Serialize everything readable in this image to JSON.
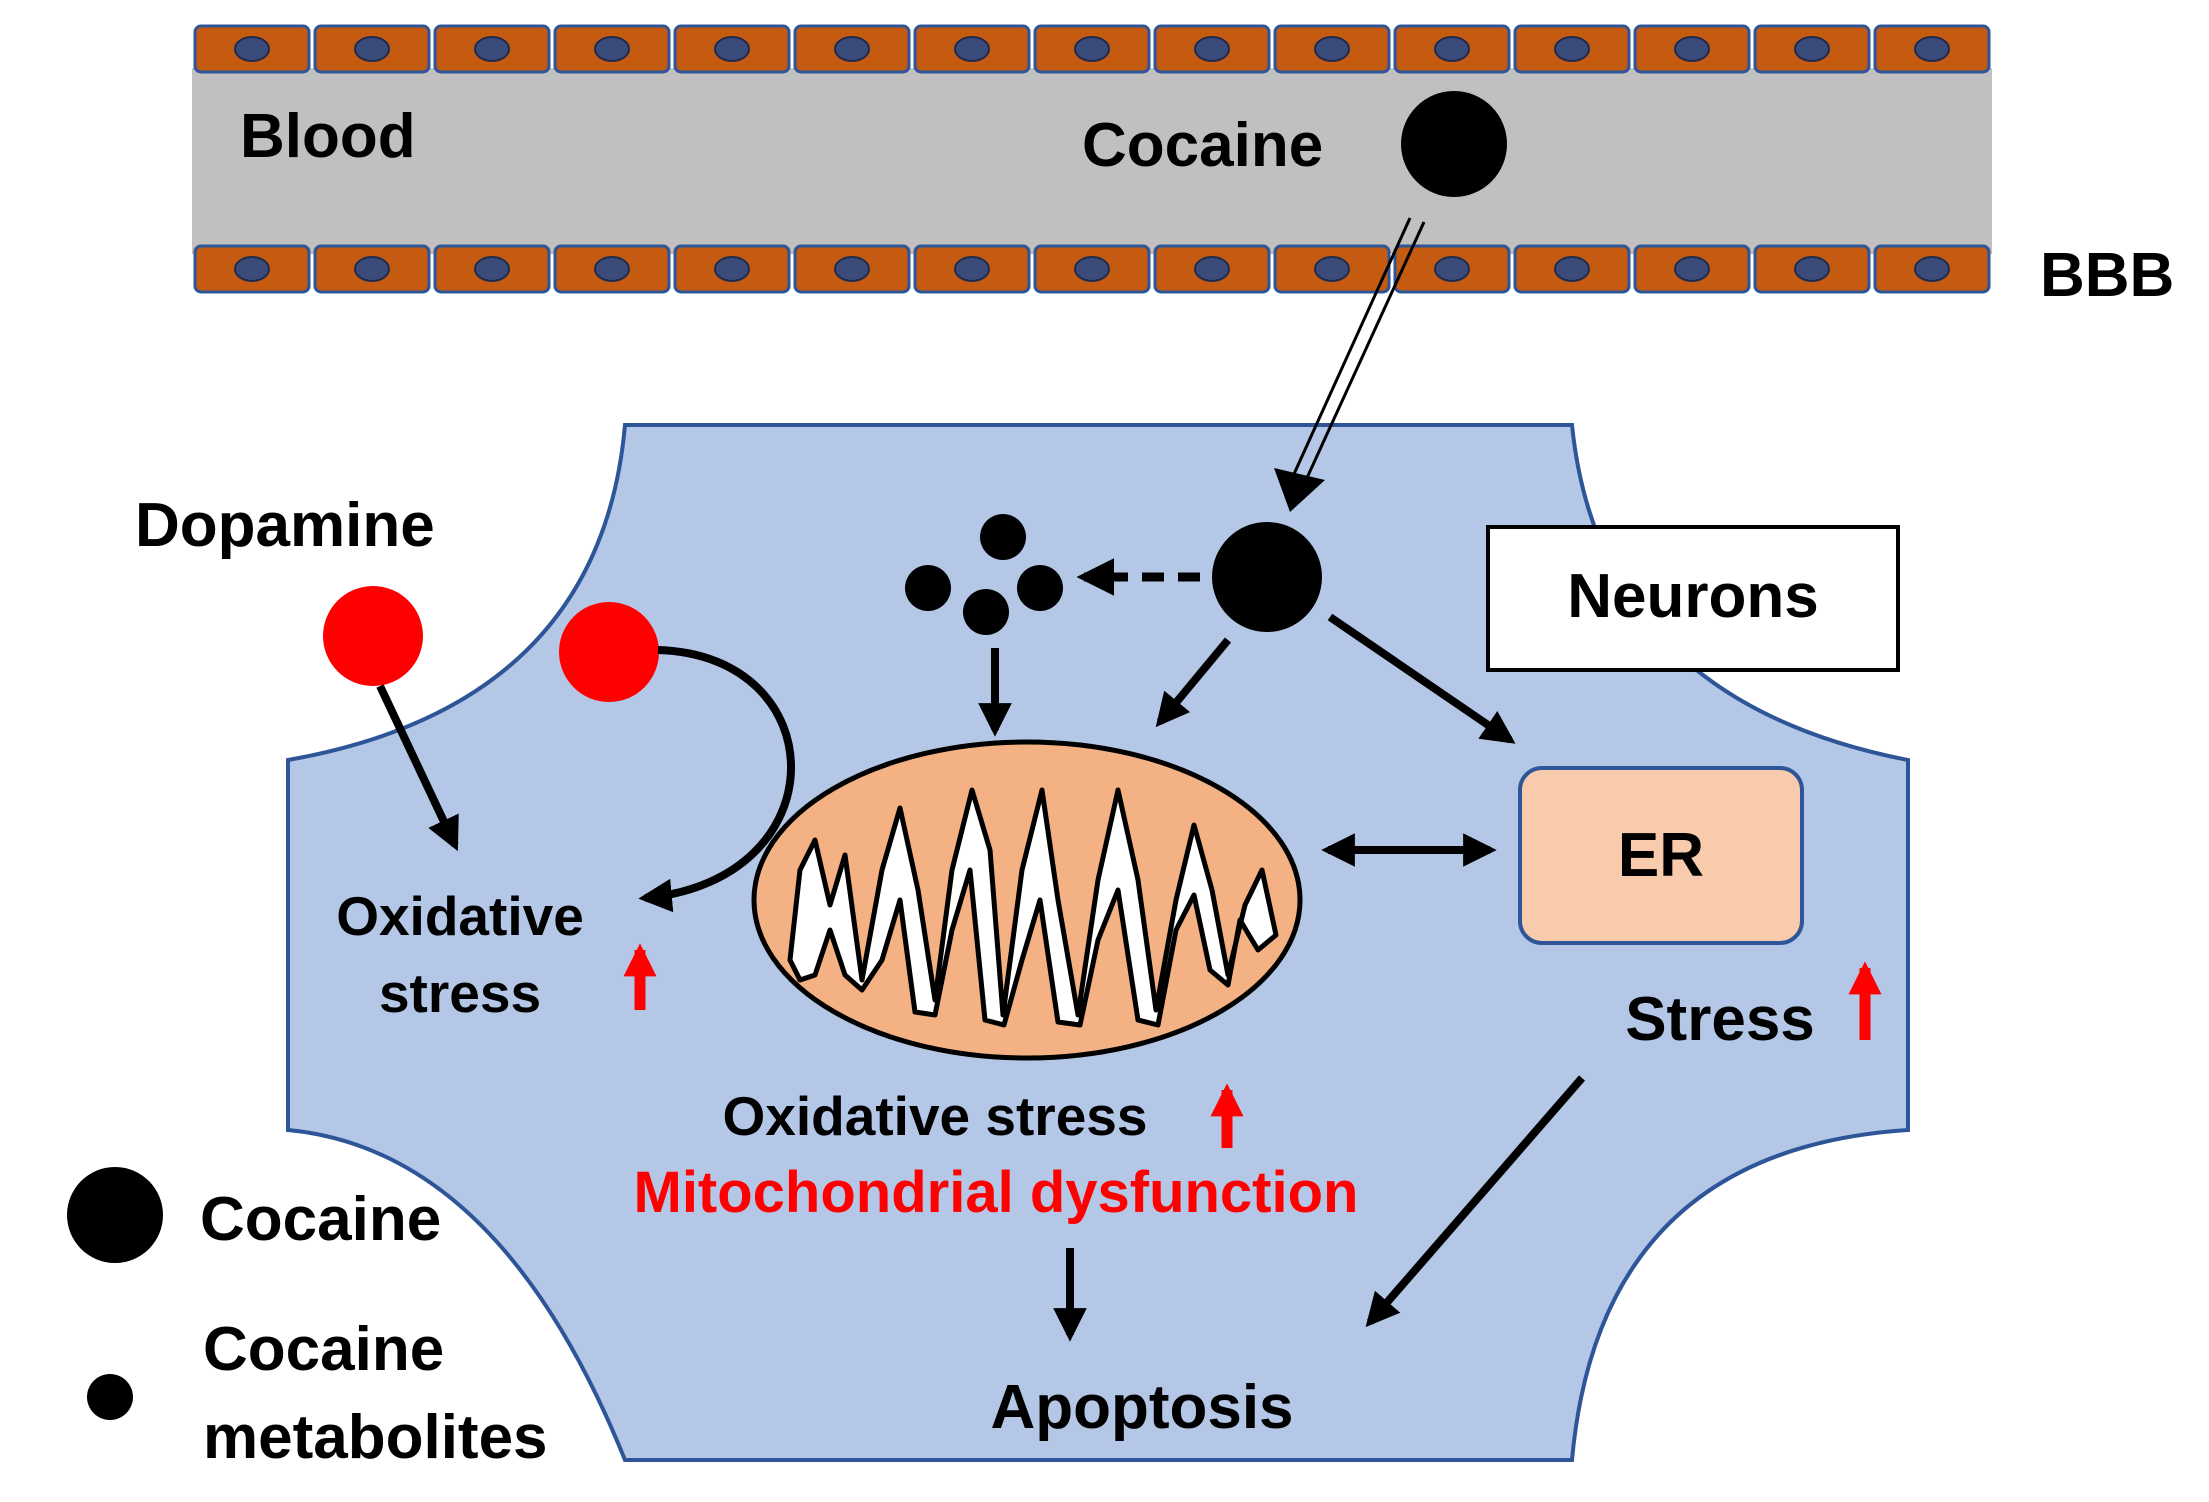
{
  "vessel": {
    "blood_label": "Blood",
    "cocaine_label": "Cocaine",
    "bbb_label": "BBB"
  },
  "neuron": {
    "box_label": "Neurons",
    "dopamine_label": "Dopamine",
    "oxidative_stress_left_line1": "Oxidative",
    "oxidative_stress_left_line2": "stress",
    "er_label": "ER",
    "er_stress_label": "Stress",
    "mito_oxidative_stress": "Oxidative stress",
    "mito_dysfunction": "Mitochondrial dysfunction",
    "apoptosis_label": "Apoptosis"
  },
  "legend": {
    "cocaine": "Cocaine",
    "metabolites_line1": "Cocaine",
    "metabolites_line2": "metabolites"
  },
  "colors": {
    "membrane_fill": "#b4c7e7",
    "membrane_stroke": "#2e5597",
    "vessel_gray": "#c0c0c0",
    "endothelial_fill": "#c55a11",
    "endothelial_nucleus": "#3b4c7a",
    "mito_fill": "#f4b183",
    "er_fill": "#f8cbad",
    "dopamine_red": "#ff0000",
    "increase_red": "#ff0000",
    "ink": "#000000"
  }
}
